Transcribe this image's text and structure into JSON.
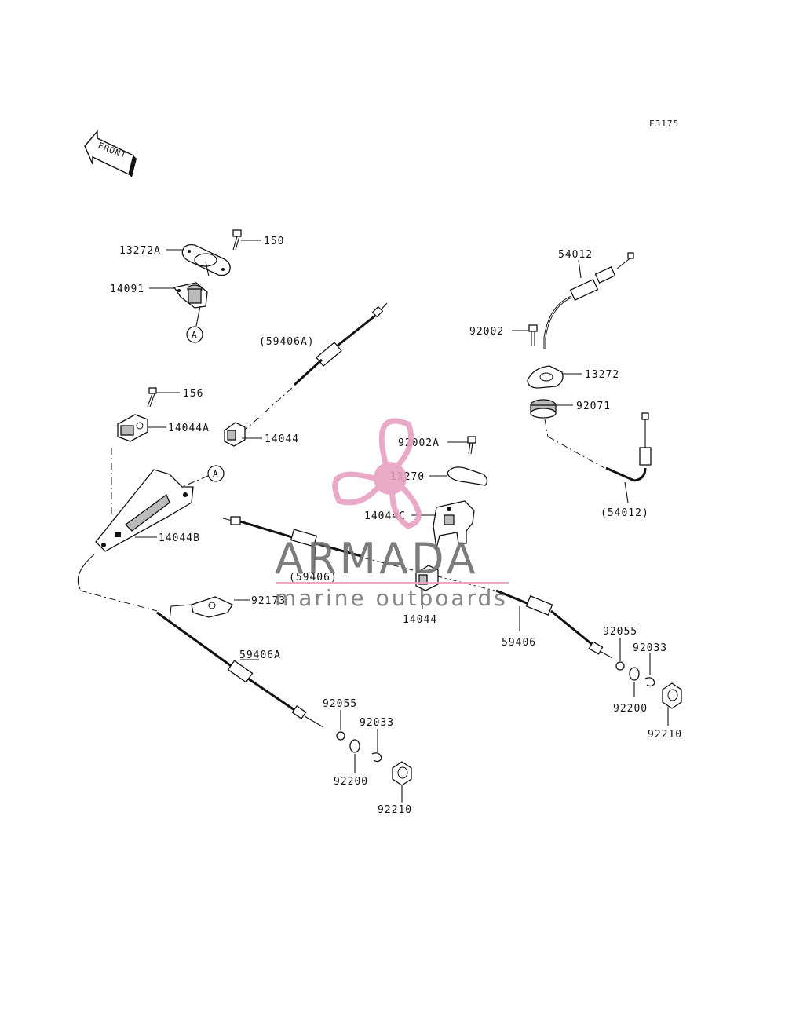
{
  "figure": {
    "code": "F3175",
    "direction": "FRONT"
  },
  "callout_marker": "A",
  "parts": {
    "p13272A": "13272A",
    "p150": "150",
    "p14091": "14091",
    "p59406A_paren": "(59406A)",
    "p156": "156",
    "p14044A": "14044A",
    "p14044_upper": "14044",
    "p14044B": "14044B",
    "p59406_paren": "(59406)",
    "p92173": "92173",
    "p59406A": "59406A",
    "p92055_left": "92055",
    "p92033_left": "92033",
    "p92200_left": "92200",
    "p92210_left": "92210",
    "p54012": "54012",
    "p92002": "92002",
    "p13272": "13272",
    "p92071": "92071",
    "p54012_paren": "(54012)",
    "p92002A": "92002A",
    "p13270": "13270",
    "p14044C": "14044C",
    "p14044_lower": "14044",
    "p59406": "59406",
    "p92055_right": "92055",
    "p92033_right": "92033",
    "p92200_right": "92200",
    "p92210_right": "92210"
  },
  "watermark": {
    "title": "ARMADA",
    "subtitle": "marine outboards",
    "logo_color": "#e8a0c0",
    "text_color": "#6e6e6e"
  }
}
